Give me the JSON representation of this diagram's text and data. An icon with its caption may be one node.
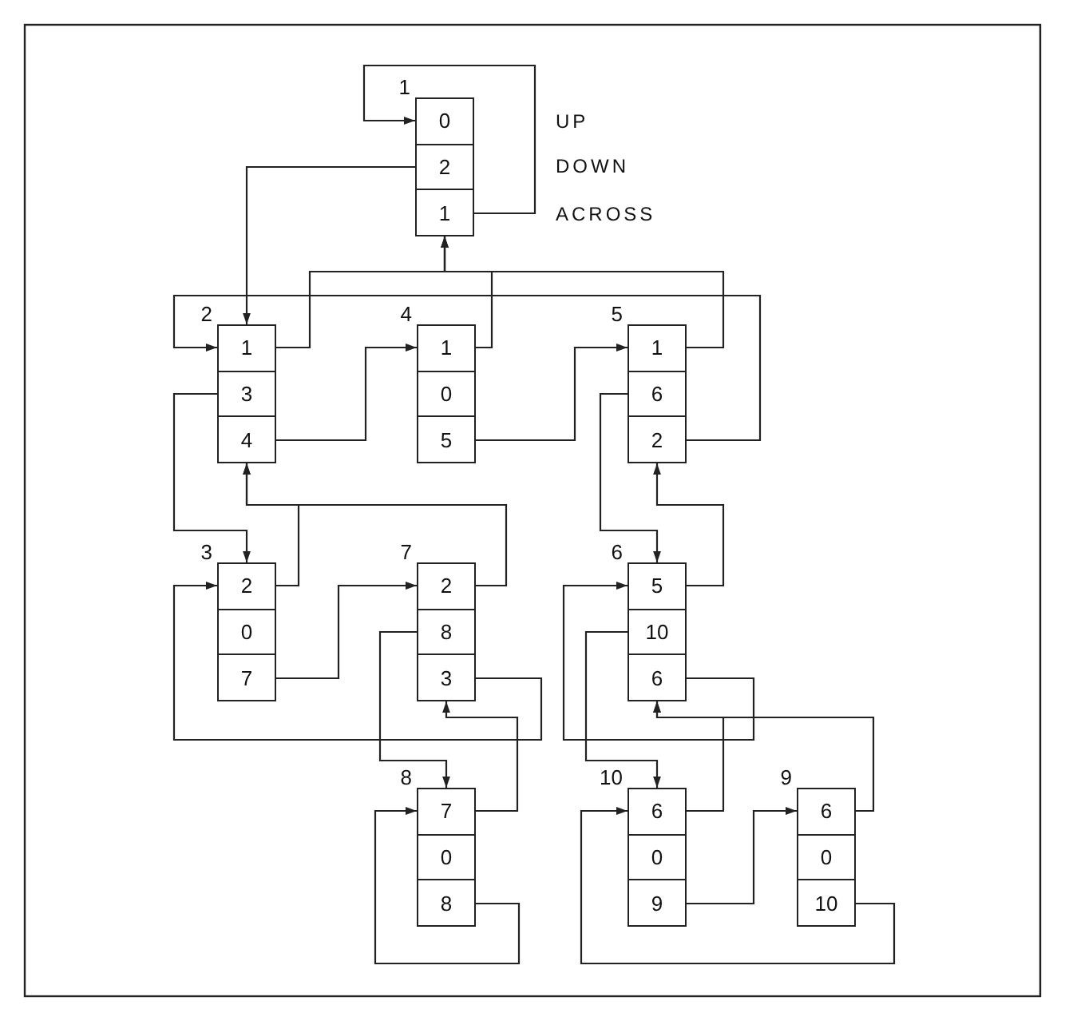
{
  "diagram": {
    "nodes": [
      {
        "text": [
          "1"
        ]
      },
      {
        "text": [
          "0"
        ],
        "in": 0
      },
      {
        "text": [
          "2"
        ],
        "in": 0
      },
      {
        "text": [
          "1"
        ],
        "in": 0
      },
      {
        "text": [
          "2"
        ]
      },
      {
        "text": [
          "1"
        ],
        "in": 4
      },
      {
        "text": [
          "3"
        ],
        "in": 4
      },
      {
        "text": [
          "4"
        ],
        "in": 4
      },
      {
        "text": [
          "4"
        ]
      },
      {
        "text": [
          "1"
        ],
        "in": 8
      },
      {
        "text": [
          "0"
        ],
        "in": 8
      },
      {
        "text": [
          "5"
        ],
        "in": 8
      },
      {
        "text": [
          "5"
        ]
      },
      {
        "text": [
          "1"
        ],
        "in": 12
      },
      {
        "text": [
          "6"
        ],
        "in": 12
      },
      {
        "text": [
          "2"
        ],
        "in": 12
      },
      {
        "text": [
          "3"
        ]
      },
      {
        "text": [
          "2"
        ],
        "in": 16
      },
      {
        "text": [
          "0"
        ],
        "in": 16
      },
      {
        "text": [
          "7"
        ],
        "in": 16
      },
      {
        "text": [
          "7"
        ]
      },
      {
        "text": [
          "2"
        ],
        "in": 20
      },
      {
        "text": [
          "8"
        ],
        "in": 20
      },
      {
        "text": [
          "3"
        ],
        "in": 20
      },
      {
        "text": [
          "6"
        ]
      },
      {
        "text": [
          "5"
        ],
        "in": 24
      },
      {
        "text": [
          "10"
        ],
        "in": 24
      },
      {
        "text": [
          "6"
        ],
        "in": 24
      },
      {
        "text": [
          "8"
        ]
      },
      {
        "text": [
          "7"
        ],
        "in": 28
      },
      {
        "text": [
          "0"
        ],
        "in": 28
      },
      {
        "text": [
          "8"
        ],
        "in": 28
      },
      {
        "text": [
          "10"
        ]
      },
      {
        "text": [
          "6"
        ],
        "in": 32
      },
      {
        "text": [
          "0"
        ],
        "in": 32
      },
      {
        "text": [
          "9"
        ],
        "in": 32
      },
      {
        "text": [
          "9"
        ]
      },
      {
        "text": [
          "6"
        ],
        "in": 36
      },
      {
        "text": [
          "0"
        ],
        "in": 36
      },
      {
        "text": [
          "10"
        ],
        "in": 36
      }
    ],
    "edges": [
      {
        "from": 2,
        "to": 4,
        "arrow": "to"
      },
      {
        "from": 3,
        "to": 0,
        "arrow": "to"
      },
      {
        "from": 5,
        "to": 0,
        "arrow": "to"
      },
      {
        "from": 6,
        "to": 16,
        "arrow": "to"
      },
      {
        "from": 7,
        "to": 8,
        "arrow": "to"
      },
      {
        "from": 9,
        "to": 0,
        "arrow": "to"
      },
      {
        "from": 11,
        "to": 12,
        "arrow": "to"
      },
      {
        "from": 13,
        "to": 0,
        "arrow": "to"
      },
      {
        "from": 14,
        "to": 24,
        "arrow": "to"
      },
      {
        "from": 15,
        "to": 4,
        "arrow": "to"
      },
      {
        "from": 17,
        "to": 4,
        "arrow": "to"
      },
      {
        "from": 19,
        "to": 20,
        "arrow": "to"
      },
      {
        "from": 21,
        "to": 4,
        "arrow": "to"
      },
      {
        "from": 22,
        "to": 28,
        "arrow": "to"
      },
      {
        "from": 23,
        "to": 16,
        "arrow": "to"
      },
      {
        "from": 25,
        "to": 12,
        "arrow": "to"
      },
      {
        "from": 26,
        "to": 32,
        "arrow": "to"
      },
      {
        "from": 27,
        "to": 24,
        "arrow": "to"
      },
      {
        "from": 29,
        "to": 20,
        "arrow": "to"
      },
      {
        "from": 31,
        "to": 28,
        "arrow": "to"
      },
      {
        "from": 33,
        "to": 24,
        "arrow": "to"
      },
      {
        "from": 35,
        "to": 36,
        "arrow": "to"
      },
      {
        "from": 37,
        "to": 24,
        "arrow": "to"
      },
      {
        "from": 39,
        "to": 32,
        "arrow": "to"
      }
    ],
    "labels": [
      "UP",
      "DOWN",
      "ACROSS"
    ]
  }
}
